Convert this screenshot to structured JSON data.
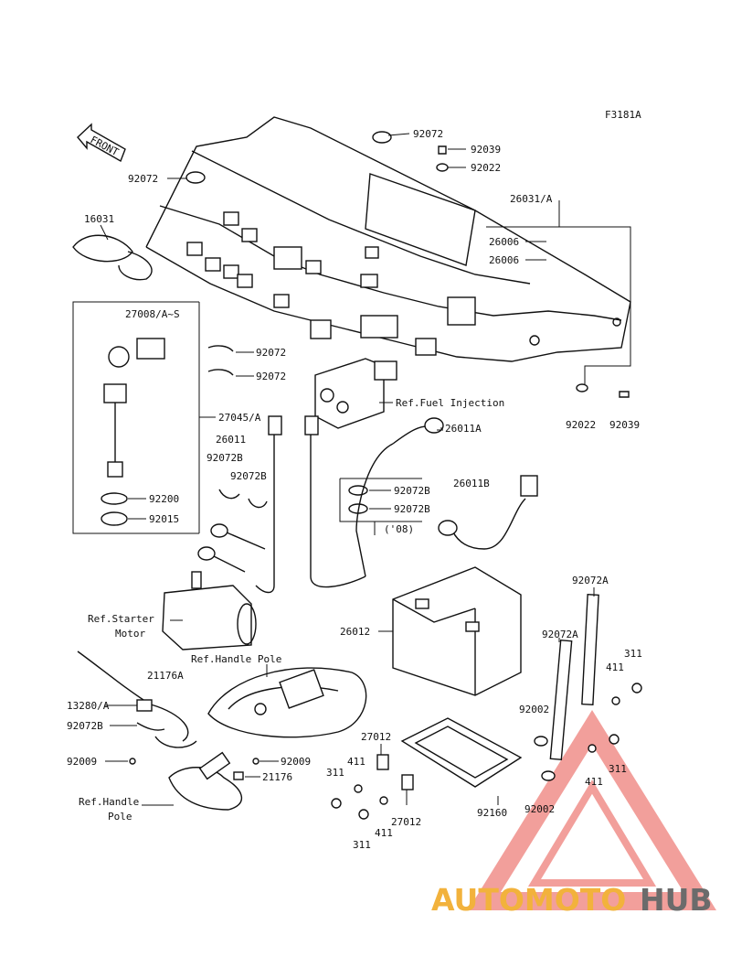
{
  "figure_code": "F3181A",
  "front_arrow": "FRONT",
  "labels": {
    "p92072_top": "92072",
    "p92072_left": "92072",
    "p92039_top": "92039",
    "p92022_top": "92022",
    "p26031": "26031/A",
    "p16031": "16031",
    "p26006_a": "26006",
    "p26006_b": "26006",
    "p27008": "27008/A~S",
    "p92072_m1": "92072",
    "p92072_m2": "92072",
    "p27045": "27045/A",
    "ref_fuel": "Ref.Fuel Injection",
    "p92022_r": "92022",
    "p92039_r": "92039",
    "p26011": "26011",
    "p26011a": "26011A",
    "p92072b_1": "92072B",
    "p92072b_2": "92072B",
    "p92200": "92200",
    "p92072b_3": "92072B",
    "p92072b_4": "92072B",
    "p92015": "92015",
    "p26011b": "26011B",
    "note_08": "('08)",
    "ref_starter_1": "Ref.Starter",
    "ref_starter_2": "Motor",
    "p26012": "26012",
    "p92072a_1": "92072A",
    "ref_handle_pole_1": "Ref.Handle Pole",
    "p21176a": "21176A",
    "p92072a_2": "92072A",
    "p311_a": "311",
    "p411_a": "411",
    "p13280": "13280/A",
    "p92072b_5": "92072B",
    "p92002_a": "92002",
    "p27012_a": "27012",
    "p92009_a": "92009",
    "p92009_b": "92009",
    "p411_b": "411",
    "p311_b": "311",
    "p21176": "21176",
    "p411_c": "411",
    "p311_c": "311",
    "ref_handle_pole_2a": "Ref.Handle",
    "ref_handle_pole_2b": "Pole",
    "p92002_b": "92002",
    "p27012_b": "27012",
    "p92160": "92160",
    "p411_d": "411",
    "p311_d": "311"
  },
  "watermark": {
    "auto": "AUTOMOTO",
    "hub": "HUB",
    "accent": "#f2b23c",
    "triangle": "#e8524a",
    "gray": "#6b6b6b"
  }
}
